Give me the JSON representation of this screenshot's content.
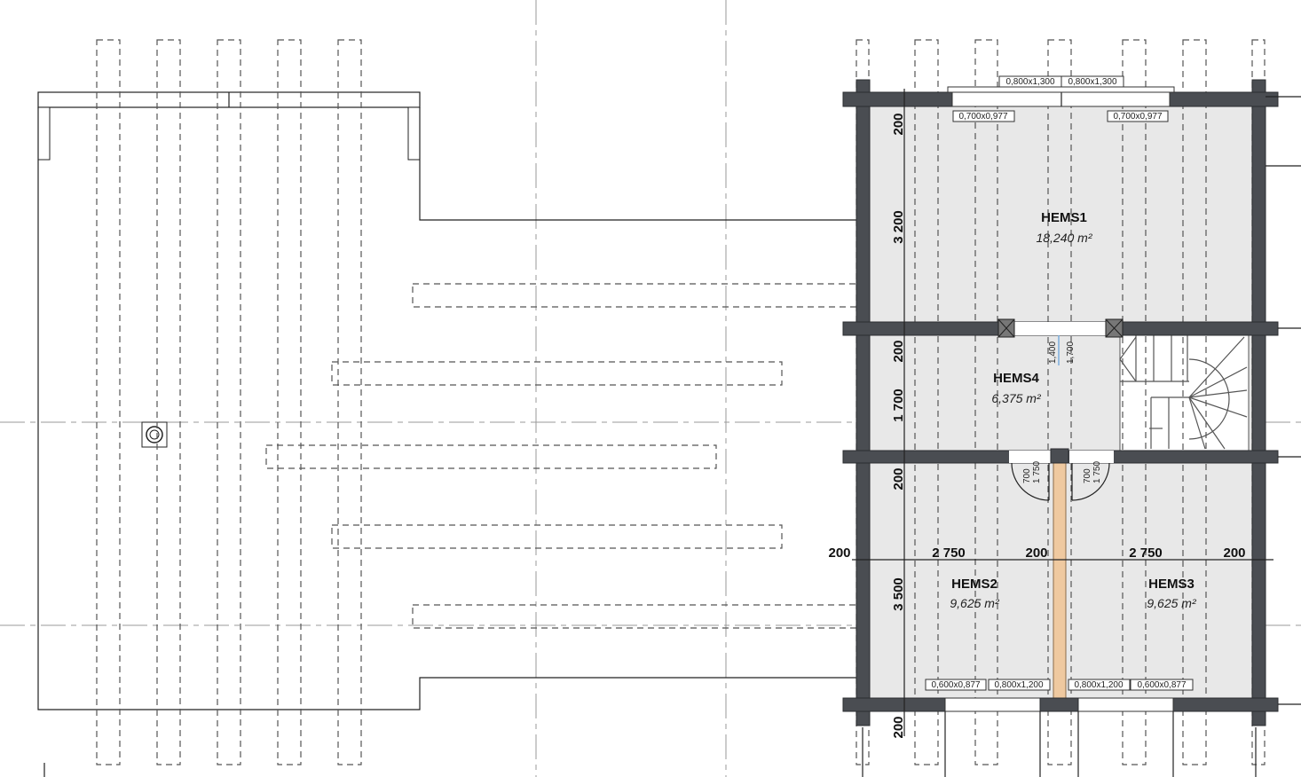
{
  "rooms": [
    {
      "name": "HEMS1",
      "area": "18,240 m²"
    },
    {
      "name": "HEMS2",
      "area": "9,625 m²"
    },
    {
      "name": "HEMS3",
      "area": "9,625 m²"
    },
    {
      "name": "HEMS4",
      "area": "6,375 m²"
    }
  ],
  "vertical_dimensions": [
    "200",
    "3 200",
    "200",
    "1 700",
    "200",
    "3 500",
    "200"
  ],
  "horizontal_dimensions": [
    "200",
    "2 750",
    "200",
    "2 750",
    "200"
  ],
  "window_tags": {
    "top_left_outer": "0,800x1,300",
    "top_right_outer": "0,800x1,300",
    "top_left_inner": "0,700x0,977",
    "top_right_inner": "0,700x0,977",
    "bottom_1": "0,600x0,877",
    "bottom_2": "0,800x1,200",
    "bottom_3": "0,800x1,200",
    "bottom_4": "0,600x0,877"
  },
  "opening_tags": {
    "width": "1,400",
    "height": "1,700"
  },
  "door_tags": [
    {
      "width": "700",
      "height": "1 750"
    },
    {
      "width": "700",
      "height": "1 750"
    }
  ],
  "colors": {
    "wall": "#4a4d52",
    "floor": "#e8e8e8",
    "partition": "#efc9a0"
  }
}
